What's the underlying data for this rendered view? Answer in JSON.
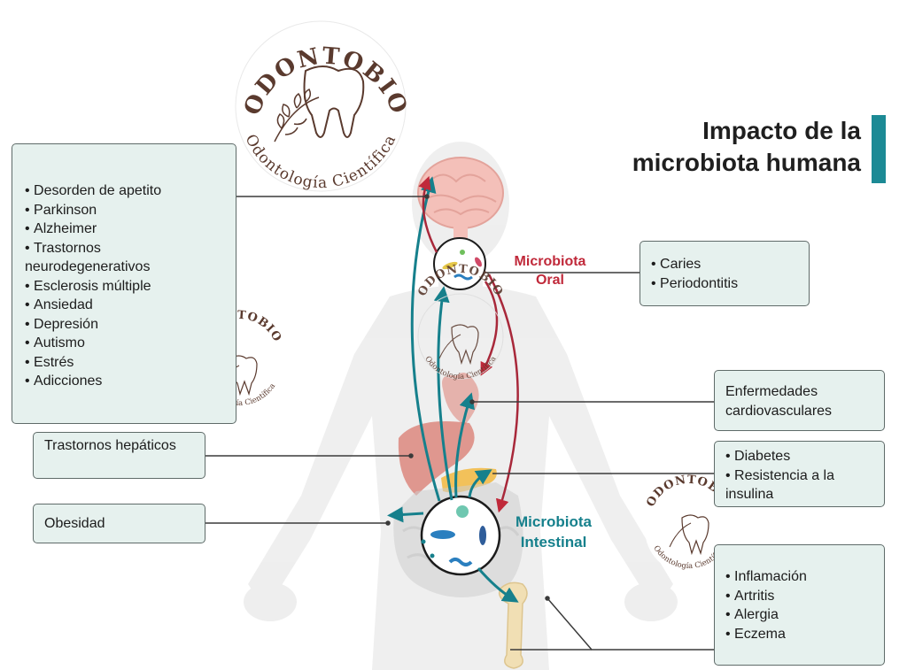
{
  "title": {
    "line1": "Impacto de la",
    "line2": "microbiota humana"
  },
  "labels": {
    "oral_line1": "Microbiota",
    "oral_line2": "Oral",
    "intestinal_line1": "Microbiota",
    "intestinal_line2": "Intestinal"
  },
  "boxes": {
    "brain_items": [
      "Desorden de apetito",
      "Parkinson",
      "Alzheimer",
      "Trastornos neurodegenerativos",
      "Esclerosis múltiple",
      "Ansiedad",
      "Depresión",
      "Autismo",
      "Estrés",
      "Adicciones"
    ],
    "oral_items": [
      "Caries",
      "Periodontitis"
    ],
    "cardio_text": "Enfermedades cardiovasculares",
    "hepatic_text": "Trastornos hepáticos",
    "metabolic_items": [
      "Diabetes",
      "Resistencia a la insulina"
    ],
    "obesity_text": "Obesidad",
    "immune_items": [
      "Inflamación",
      "Artritis",
      "Alergia",
      "Eczema"
    ]
  },
  "watermark": {
    "brand": "ODONTOBIO",
    "tagline": "Odontología Científica"
  },
  "colors": {
    "oral": "#c0293a",
    "intestinal": "#16808c",
    "box_fill": "#e6f1ee",
    "title_bar": "#1c8a95",
    "logo": "#5a3a2e"
  },
  "icons": [
    "brain-icon",
    "heart-icon",
    "liver-icon",
    "pancreas-icon",
    "intestine-icon",
    "bone-icon",
    "tooth-icon",
    "leaf-branch-icon",
    "bacteria-icon"
  ]
}
